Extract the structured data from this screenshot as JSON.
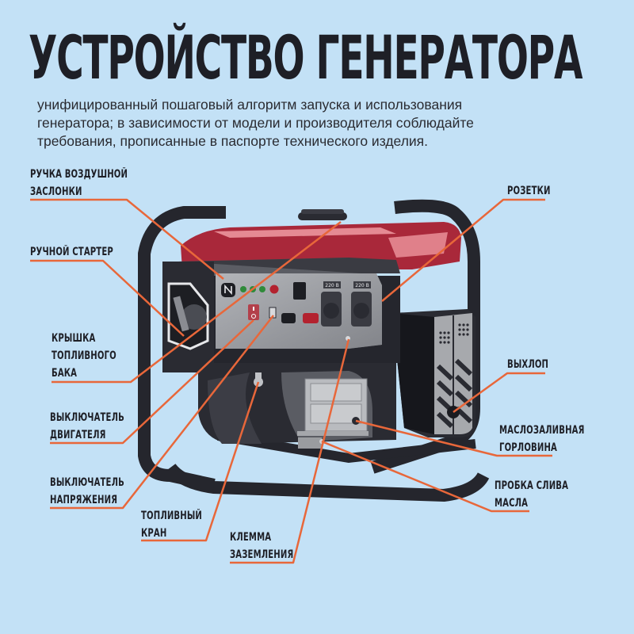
{
  "header": {
    "title": "УСТРОЙСТВО ГЕНЕРАТОРА",
    "subtitle_lines": [
      "унифицированный пошаговый алгоритм запуска и использования",
      "генератора; в зависимости от модели и производителя соблюдайте",
      "требования, прописанные в паспорте технического изделия."
    ]
  },
  "colors": {
    "background": "#c3e1f6",
    "text": "#1e1f26",
    "leader_line": "#e8673a",
    "frame": "#25262d",
    "tank_red": "#a9283a",
    "panel_gray": "#8e9096"
  },
  "illustration": {
    "subject": "portable gasoline generator",
    "socket_labels": [
      "220 В",
      "220 В"
    ]
  },
  "callouts": {
    "choke_handle": [
      "РУЧКА ВОЗДУШНОЙ",
      "ЗАСЛОНКИ"
    ],
    "recoil_starter": [
      "РУЧНОЙ СТАРТЕР"
    ],
    "fuel_cap": [
      "КРЫШКА",
      "ТОПЛИВНОГО",
      "БАКА"
    ],
    "engine_switch": [
      "ВЫКЛЮЧАТЕЛЬ",
      "ДВИГАТЕЛЯ"
    ],
    "voltage_switch": [
      "ВЫКЛЮЧАТЕЛЬ",
      "НАПРЯЖЕНИЯ"
    ],
    "fuel_valve": [
      "ТОПЛИВНЫЙ",
      "КРАН"
    ],
    "ground_terminal": [
      "КЛЕММА",
      "ЗАЗЕМЛЕНИЯ"
    ],
    "sockets": [
      "РОЗЕТКИ"
    ],
    "exhaust": [
      "ВЫХЛОП"
    ],
    "oil_filler": [
      "МАСЛОЗАЛИВНАЯ",
      "ГОРЛОВИНА"
    ],
    "oil_drain_plug": [
      "ПРОБКА СЛИВА",
      "МАСЛА"
    ]
  }
}
